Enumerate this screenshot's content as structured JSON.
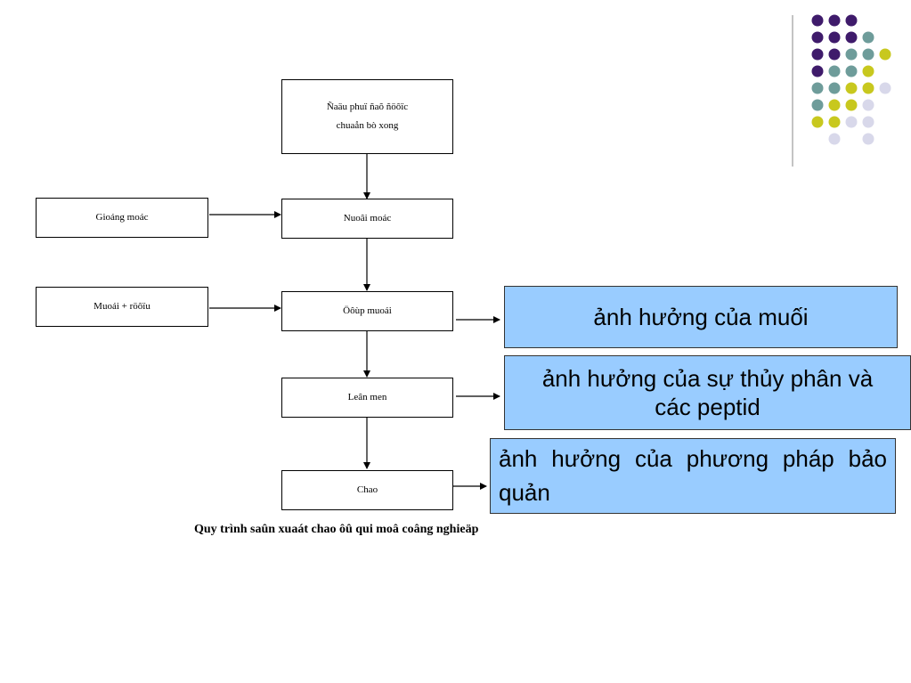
{
  "flow": {
    "step1": "Ñaäu phuï ñaõ ñöôïc chuaån bò xong",
    "step2": "Nuoâi moác",
    "step3": "Öôùp muoái",
    "step4": "Leân men",
    "step5": "Chao",
    "input_mold": "Gioáng moác",
    "input_salt": "Muoái + röôïu"
  },
  "notes": {
    "salt": "ảnh hưởng của muối",
    "hydrolysis": "ảnh hưởng của sự thủy phân và các peptid",
    "preservation": "ảnh hưởng của phương pháp bảo quản"
  },
  "caption": "Quy trình saûn xuaát chao ôû qui moâ coâng nghieäp",
  "colors": {
    "note_fill": "#99ccff",
    "dot_purple": "#3f1b6b",
    "dot_teal": "#6e9c9a",
    "dot_yellow": "#c8c81e",
    "dot_lavender": "#d8d8ea",
    "divider": "#888888"
  }
}
